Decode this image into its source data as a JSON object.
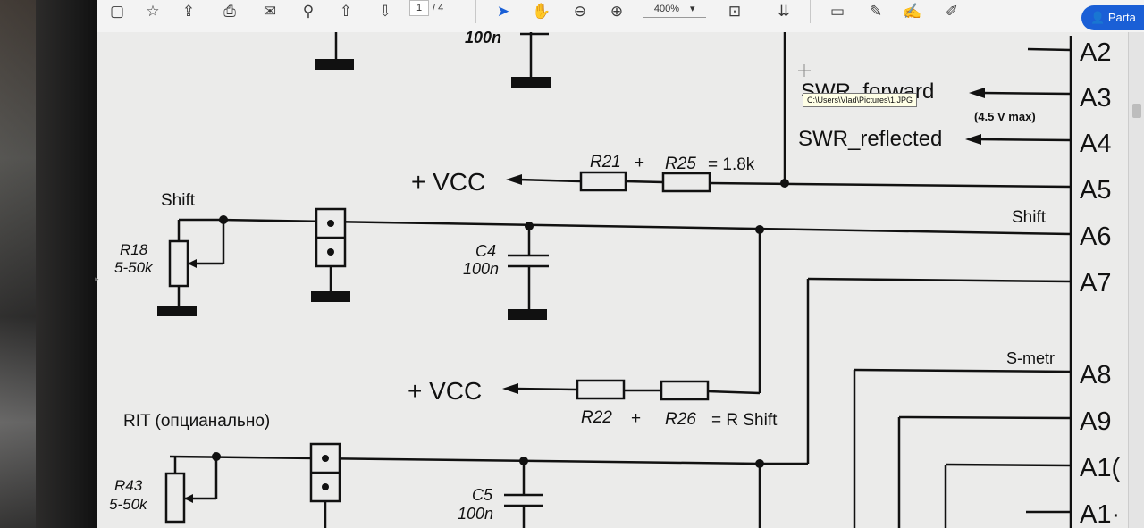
{
  "toolbar": {
    "page_current": "1",
    "page_total": "/ 4",
    "zoom": "400%",
    "share_label": "Parta",
    "icons": [
      "save-icon",
      "star-icon",
      "upload-icon",
      "print-icon",
      "mail-icon",
      "search-icon",
      "page-up-icon",
      "page-down-icon",
      "pointer-icon",
      "hand-icon",
      "zoom-out-icon",
      "zoom-in-icon",
      "fit-page-icon",
      "scroll-mode-icon",
      "comment-icon",
      "highlight-icon",
      "sign-icon",
      "edit-icon"
    ]
  },
  "tooltip": "C:\\Users\\Vlad\\Pictures\\1.JPG",
  "schematic": {
    "top_cap": "100n",
    "vcc1": "+ VCC",
    "r21": "R21",
    "plus1": "+",
    "r25": "R25",
    "r25_value": "= 1.8k",
    "swr_forward": "SWR_forward",
    "swr_note": "(4.5 V max)",
    "swr_reflected": "SWR_reflected",
    "shift_label": "Shift",
    "shift_net": "Shift",
    "r18": "R18",
    "r18_value": "5-50k",
    "c4": "C4",
    "c4_value": "100n",
    "vcc2": "+ VCC",
    "r22": "R22",
    "plus2": "+",
    "r26": "R26",
    "r26_value": "= R Shift",
    "s_metr": "S-metr",
    "rit_label": "RIT (опцианально)",
    "r43": "R43",
    "r43_value": "5-50k",
    "c5": "C5",
    "c5_value": "100n",
    "pins": [
      "A2",
      "A3",
      "A4",
      "A5",
      "A6",
      "A7",
      "A8",
      "A9",
      "A1(",
      "A1·"
    ]
  }
}
